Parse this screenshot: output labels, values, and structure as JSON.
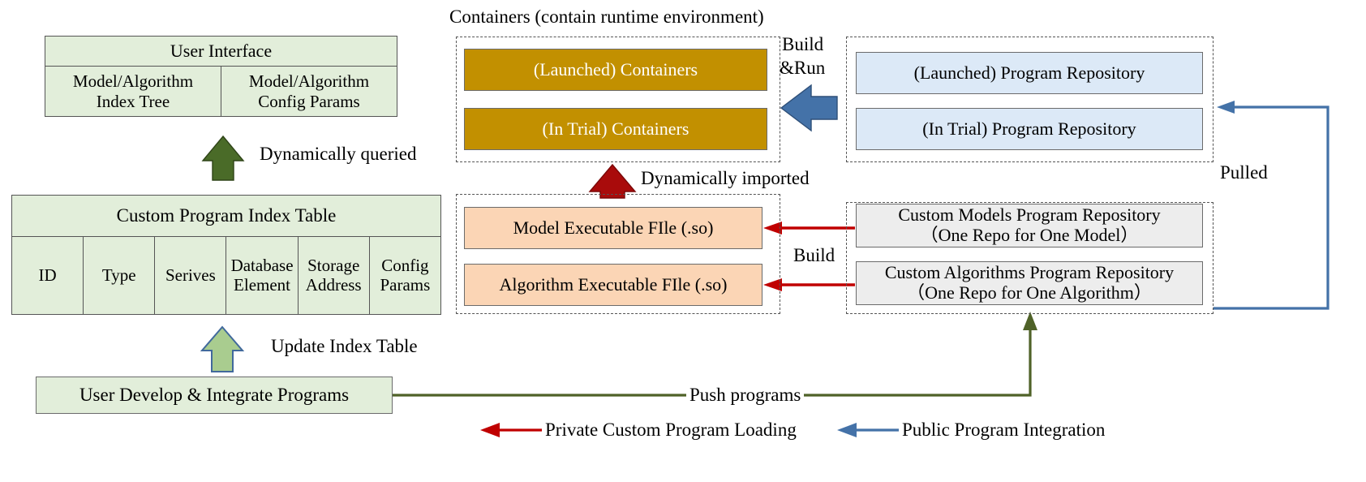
{
  "diagram": {
    "title_containers": "Containers (contain runtime environment)",
    "ui": {
      "header": "User Interface",
      "left_cell": "Model/Algorithm\nIndex Tree",
      "right_cell": "Model/Algorithm\nConfig Params"
    },
    "index_table": {
      "header": "Custom Program Index Table",
      "columns": [
        "ID",
        "Type",
        "Serives",
        "Database\nElement",
        "Storage\nAddress",
        "Config\nParams"
      ]
    },
    "user_develop_box": "User Develop & Integrate Programs",
    "containers": {
      "launched": "(Launched) Containers",
      "in_trial": "(In Trial) Containers"
    },
    "executables": {
      "model": "Model Executable FIle (.so)",
      "algorithm": "Algorithm Executable FIle (.so)"
    },
    "program_repository": {
      "launched": "(Launched) Program Repository",
      "in_trial": "(In Trial) Program Repository"
    },
    "custom_repository": {
      "models_line1": "Custom Models Program Repository",
      "models_line2": "（One Repo for One Model）",
      "algorithms_line1": "Custom Algorithms Program Repository",
      "algorithms_line2": "（One Repo for One Algorithm）"
    },
    "labels": {
      "dynamically_queried": "Dynamically queried",
      "update_index_table": "Update Index Table",
      "dynamically_imported": "Dynamically imported",
      "build_run_line1": "Build",
      "build_run_line2": "&Run",
      "build": "Build",
      "pulled": "Pulled",
      "push_programs": "Push programs"
    },
    "legend": [
      {
        "color": "#c00000",
        "label": "Private Custom Program Loading"
      },
      {
        "color": "#4472a8",
        "label": "Public Program Integration"
      }
    ],
    "colors": {
      "green_fill": "#e2eeda",
      "gold_fill": "#c29000",
      "blue_fill": "#dce9f7",
      "peach_fill": "#fbd5b5",
      "grey_fill": "#ededed",
      "dark_green_arrow": "#4a6b28",
      "light_green_arrow": "#a9cc8f",
      "dark_red_arrow": "#a90b0b",
      "blue_arrow": "#4472a8",
      "red_line": "#c00000",
      "green_line": "#4f6228"
    }
  }
}
